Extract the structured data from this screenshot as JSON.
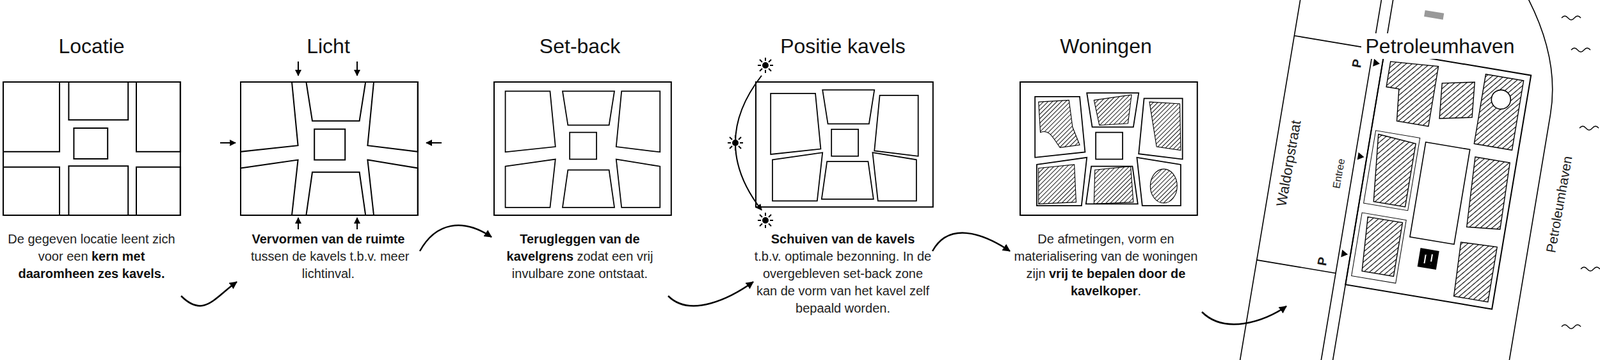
{
  "diagram": {
    "nodes": [
      {
        "text": [
          "Locatie",
          "De gegeven locatie leent zich voor een",
          "kern met daaromheen zes kavels."
        ]
      },
      {
        "text": [
          "Licht",
          "Vervormen van de ruimte",
          "tussen de kavels t.b.v. meer lichtinval."
        ]
      },
      {
        "text": [
          "Set-back",
          "Terugleggen van de kavelgrens",
          "zodat een vrij invulbare zone ontstaat."
        ]
      },
      {
        "text": [
          "Positie kavels",
          "Schuiven van de kavels",
          "t.b.v. optimale bezonning. In de overgebleven set-back zone kan de vorm van het kavel zelf bepaald worden."
        ]
      },
      {
        "text": [
          "Woningen",
          "De afmetingen, vorm en materialisering van de woningen zijn",
          "vrij te bepalen door de kavelkoper",
          "."
        ]
      },
      {
        "text": [
          "Petroleumhaven"
        ]
      }
    ],
    "edges": [
      {
        "from": 0,
        "to": 1,
        "arrow": "to"
      },
      {
        "from": 1,
        "to": 2,
        "arrow": "to"
      },
      {
        "from": 2,
        "to": 3,
        "arrow": "to"
      },
      {
        "from": 3,
        "to": 4,
        "arrow": "to"
      },
      {
        "from": 4,
        "to": 5,
        "arrow": "to"
      }
    ],
    "labels": [
      "P",
      "Entree",
      "P",
      "Waldorpstraat",
      "Petroleumhaven"
    ]
  }
}
